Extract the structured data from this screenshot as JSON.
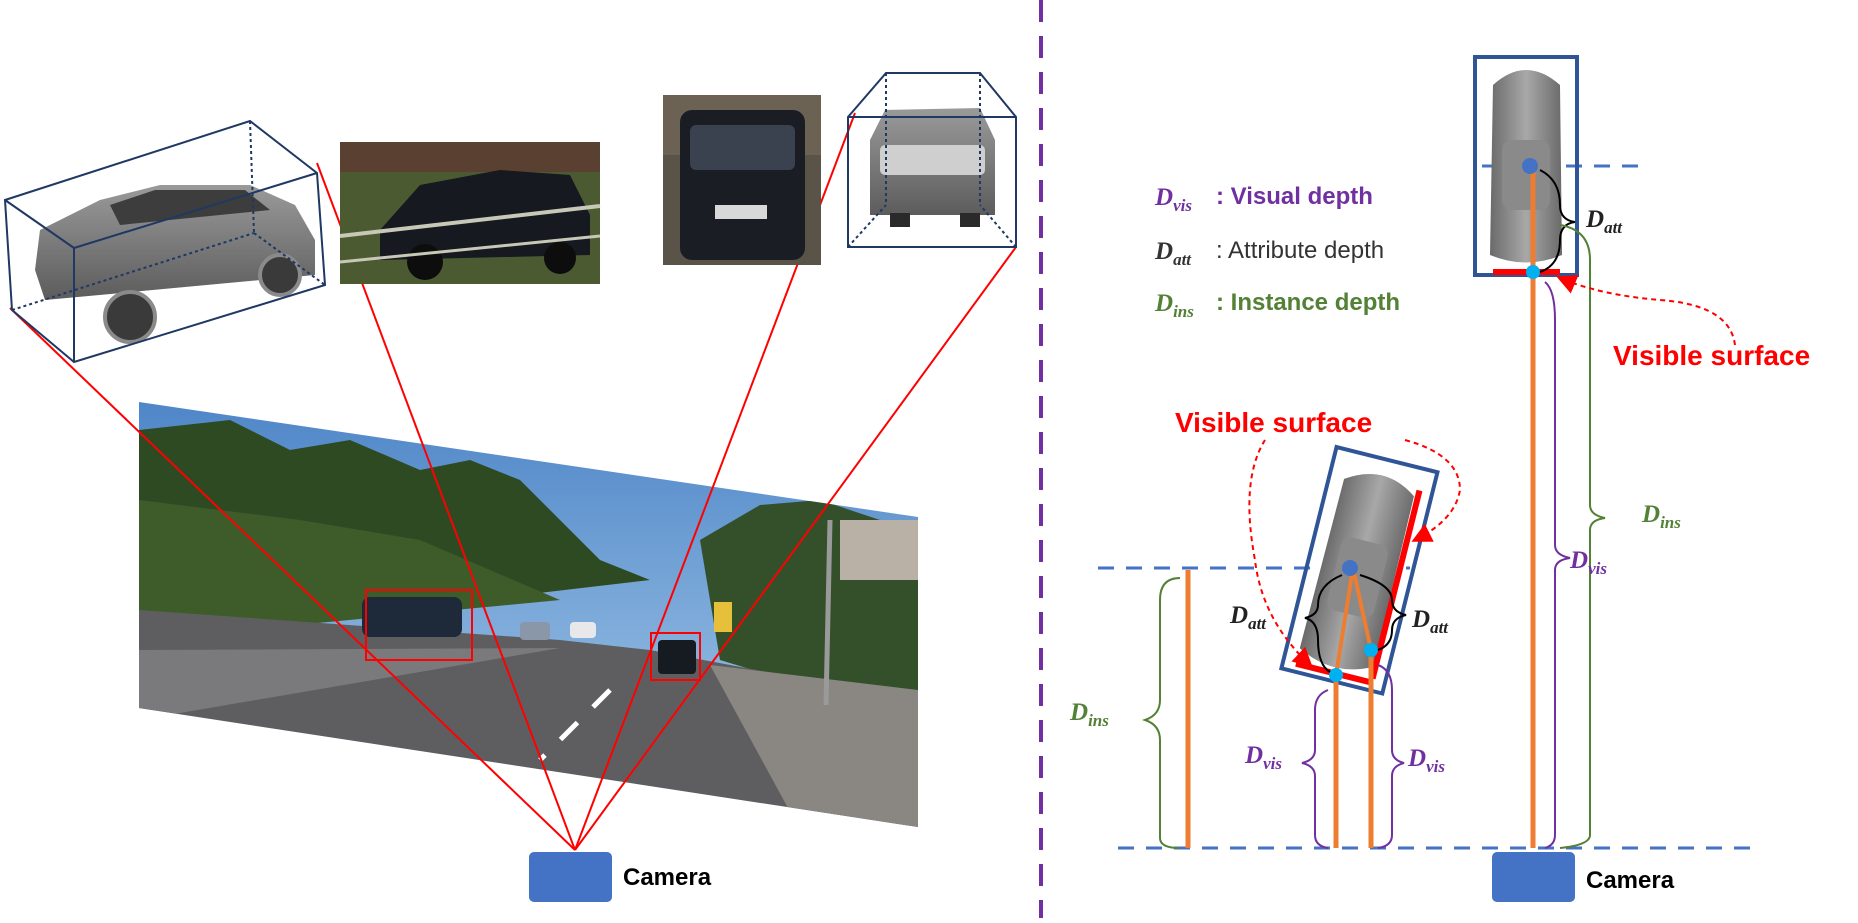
{
  "left_panel": {
    "camera_label": "Camera"
  },
  "right_panel": {
    "legend": [
      {
        "symbol": "D",
        "sub": "vis",
        "text": ": Visual depth",
        "color": "#7030a0"
      },
      {
        "symbol": "D",
        "sub": "att",
        "text": ": Attribute depth",
        "color": "#333333"
      },
      {
        "symbol": "D",
        "sub": "ins",
        "text": ": Instance depth",
        "color": "#538135"
      }
    ],
    "visible_surface_label": "Visible surface",
    "camera_label": "Camera",
    "depth_symbol": "D",
    "sub_vis": "vis",
    "sub_att": "att",
    "sub_ins": "ins"
  },
  "colors": {
    "red": "#ff0000",
    "orange": "#ed7d31",
    "purple": "#7030a0",
    "green": "#538135",
    "blue": "#4472c4",
    "navy": "#1f3864",
    "dark": "#222222"
  }
}
